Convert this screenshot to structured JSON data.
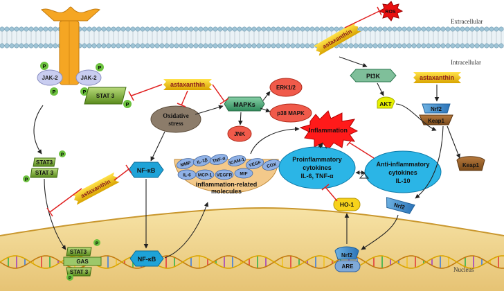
{
  "compartments": {
    "extracellular": "Extracellular",
    "intracellular": "Intracellular",
    "nucleus": "Nucleus"
  },
  "receptor": {
    "jak2_left": "JAK-2",
    "jak2_right": "JAK-2",
    "p": "P",
    "stat3_membrane": "STAT 3"
  },
  "astaxanthin": {
    "top_left": "astaxanthin",
    "membrane": "astaxanthin",
    "mid_left": "astaxanthin",
    "right": "astaxanthin"
  },
  "nodes": {
    "ros": "ROS",
    "oxidative_stress_line1": "Oxidative",
    "oxidative_stress_line2": "stress",
    "mapks": "MAPKs",
    "erk": "ERK1/2",
    "p38": "p38 MAPK",
    "jnk": "JNK",
    "nfkb_cyto": "NF-κB",
    "nfkb_nuc": "NF-κB",
    "pi3k": "PI3K",
    "akt": "AKT",
    "nrf2_top": "Nrf2",
    "keap1_top": "Keap1",
    "keap1_free": "Keap1",
    "nrf2_free": "Nrf2",
    "inflammation": "Inflammation",
    "pro_line1": "Proinflammatory",
    "pro_line2": "cytokines",
    "pro_line3": "IL-6, TNF-α",
    "anti_line1": "Anti-inflammatory",
    "anti_line2": "cytokines",
    "anti_line3": "IL-10",
    "ho1": "HO-1",
    "nrf2_nuc": "Nrf2",
    "are": "ARE",
    "stat3_a": "STAT3",
    "stat3_b": "STAT 3",
    "stat3_c": "STAT3",
    "gas": "GAS",
    "stat3_d": "STAT 3"
  },
  "molecules": {
    "title_line1": "inflammation-related",
    "title_line2": "molecules",
    "items": [
      "MMP",
      "IL-1β",
      "TNF-α",
      "ICAM-1",
      "VEGF",
      "COX",
      "IL-6",
      "MCP-1",
      "VEGFR",
      "MIF"
    ]
  },
  "colors": {
    "nfkb": "#1ea3d8",
    "inflammation": "#ff1a1a",
    "cytokine": "#2bb5e6",
    "astaxanthin_yellow": "#f2d400",
    "inhibit": "#e02020",
    "mapks": "#4fbf8a"
  }
}
